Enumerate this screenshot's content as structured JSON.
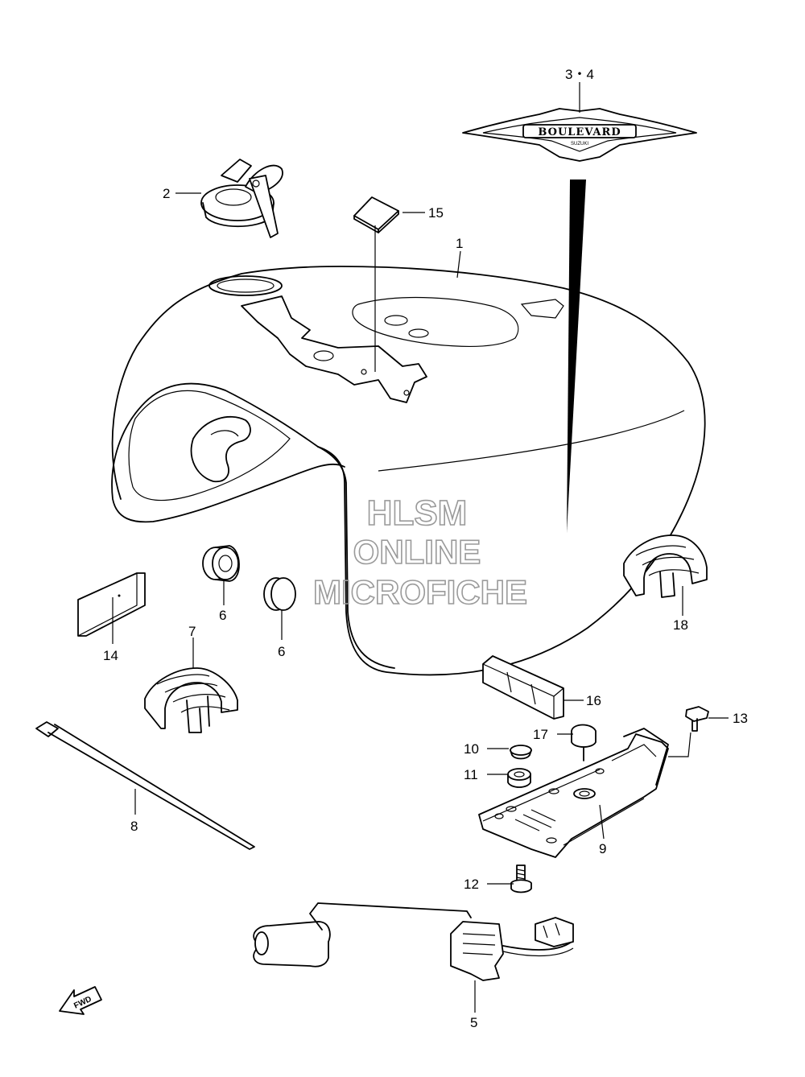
{
  "watermark": {
    "line1": "HLSM",
    "line2": "ONLINE",
    "line3": "MICROFICHE"
  },
  "emblem_text": {
    "main": "BOULEVARD",
    "sub": "SUZUKI"
  },
  "fwd_label": "FWD",
  "callouts": {
    "c1": "1",
    "c2": "2",
    "c3_4": "3・4",
    "c5": "5",
    "c6a": "6",
    "c6b": "6",
    "c7": "7",
    "c8": "8",
    "c9": "9",
    "c10": "10",
    "c11": "11",
    "c12": "12",
    "c13": "13",
    "c14": "14",
    "c15": "15",
    "c16": "16",
    "c17": "17",
    "c18": "18"
  }
}
